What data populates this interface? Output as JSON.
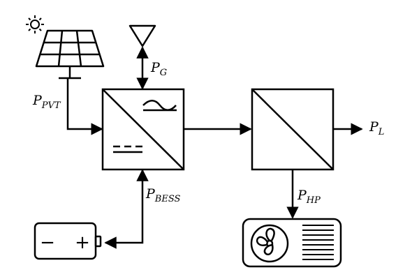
{
  "labels": {
    "pvt": {
      "main": "P",
      "sub": "PVT"
    },
    "grid": {
      "main": "P",
      "sub": "G"
    },
    "bess": {
      "main": "P",
      "sub": "BESS"
    },
    "hp": {
      "main": "P",
      "sub": "HP"
    },
    "load": {
      "main": "P",
      "sub": "L"
    }
  },
  "battery": {
    "minus": "−",
    "plus": "+"
  },
  "icons": [
    "sun-icon",
    "solar-panel-icon",
    "antenna-icon",
    "inverter-icon",
    "converter-icon",
    "battery-icon",
    "heat-pump-icon",
    "fan-icon"
  ],
  "colors": {
    "stroke": "#000000",
    "background": "#ffffff"
  }
}
